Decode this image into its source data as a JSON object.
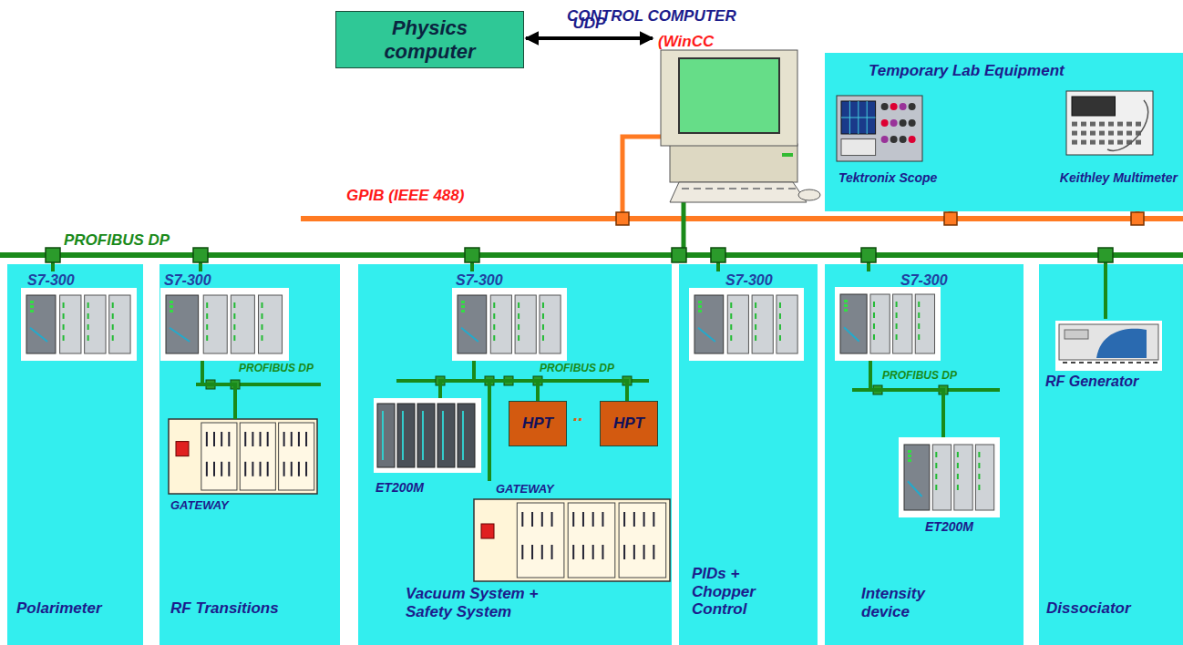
{
  "diagram": {
    "nodes": [
      {
        "text": [
          "Physics computer"
        ]
      },
      {
        "text": [
          "CONTROL COMPUTER",
          "(WinCC"
        ]
      },
      {
        "text": [
          "Temporary Lab Equipment"
        ]
      },
      {
        "text": [
          "Tektronix Scope"
        ],
        "in": 2
      },
      {
        "text": [
          "Keithley Multimeter"
        ],
        "in": 2
      },
      {
        "text": [
          "Polarimeter"
        ]
      },
      {
        "text": [
          "S7-300"
        ],
        "in": 5
      },
      {
        "text": [
          "RF Transitions"
        ]
      },
      {
        "text": [
          "S7-300"
        ],
        "in": 7
      },
      {
        "text": [
          "GATEWAY"
        ],
        "in": 7
      },
      {
        "text": [
          "Vacuum System + Safety System"
        ]
      },
      {
        "text": [
          "S7-300"
        ],
        "in": 10
      },
      {
        "text": [
          "ET200M"
        ],
        "in": 10
      },
      {
        "text": [
          "HPT"
        ],
        "in": 10
      },
      {
        "text": [
          "HPT"
        ],
        "in": 10
      },
      {
        "text": [
          "GATEWAY"
        ],
        "in": 10
      },
      {
        "text": [
          "PIDs + Chopper Control"
        ]
      },
      {
        "text": [
          "S7-300"
        ],
        "in": 16
      },
      {
        "text": [
          "Intensity device"
        ]
      },
      {
        "text": [
          "S7-300"
        ],
        "in": 18
      },
      {
        "text": [
          "ET200M"
        ],
        "in": 18
      },
      {
        "text": [
          "Dissociator"
        ]
      },
      {
        "text": [
          "RF Generator"
        ],
        "in": 21
      }
    ],
    "edges": [
      {
        "from": 0,
        "to": 1,
        "label": "UDP",
        "arrow": "both"
      },
      {
        "from": 8,
        "to": 9,
        "arrow": "none"
      },
      {
        "from": 11,
        "to": 12,
        "arrow": "none"
      },
      {
        "from": 11,
        "to": 13,
        "arrow": "none"
      },
      {
        "from": 11,
        "to": 14,
        "arrow": "none"
      },
      {
        "from": 11,
        "to": 15,
        "arrow": "none"
      },
      {
        "from": 19,
        "to": 20,
        "arrow": "none"
      }
    ],
    "labels": [
      "GPIB (IEEE 488)",
      "PROFIBUS DP",
      "PROFIBUS DP",
      "PROFIBUS DP",
      "PROFIBUS DP",
      ".."
    ]
  }
}
